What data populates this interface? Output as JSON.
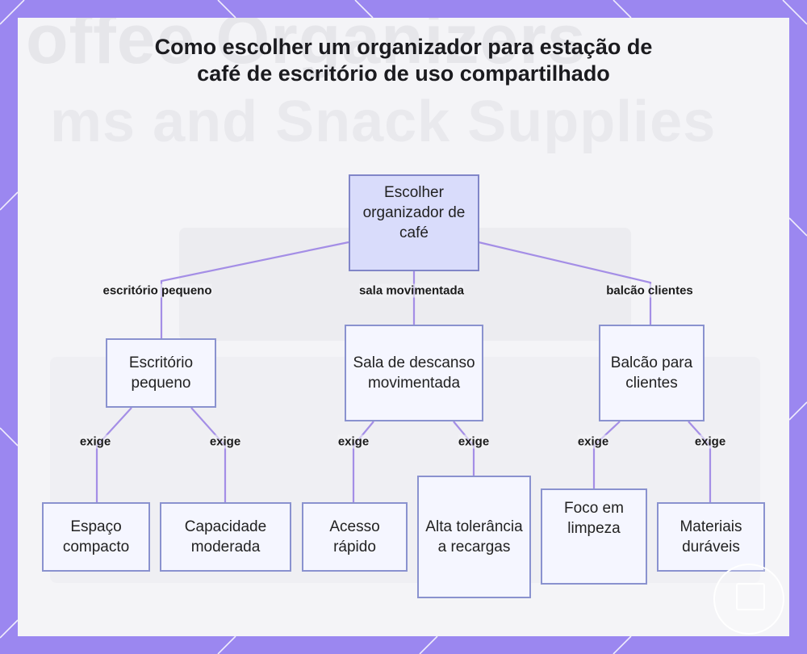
{
  "title": "Como escolher um organizador para estação de café de escritório de uso compartilhado",
  "background_text": [
    "offee Organizers",
    "ms and Snack Supplies"
  ],
  "colors": {
    "frame": "#9b87f0",
    "panel": "#f4f4f7",
    "edge": "#a48ee6",
    "root_fill": "#d9dcfb",
    "node_fill": "#f5f6ff",
    "node_border": "#8a92cf"
  },
  "nodes": {
    "root": "Escolher organizador de café",
    "small_office": "Escritório pequeno",
    "busy_breakroom": "Sala de descanso movimentada",
    "client_counter": "Balcão para clientes",
    "compact_space": "Espaço compacto",
    "moderate_capacity": "Capacidade moderada",
    "quick_access": "Acesso rápido",
    "high_tolerance": "Alta tolerância a recargas",
    "cleanliness_focus": "Foco em limpeza",
    "durable_materials": "Materiais duráveis"
  },
  "edge_labels": {
    "to_small_office": "escritório pequeno",
    "to_busy_breakroom": "sala movimentada",
    "to_client_counter": "balcão clientes",
    "small_office_compact": "exige",
    "small_office_capacity": "exige",
    "breakroom_access": "exige",
    "breakroom_tolerance": "exige",
    "counter_cleanliness": "exige",
    "counter_durable": "exige"
  },
  "badge_icon": "coffee-station-icon"
}
